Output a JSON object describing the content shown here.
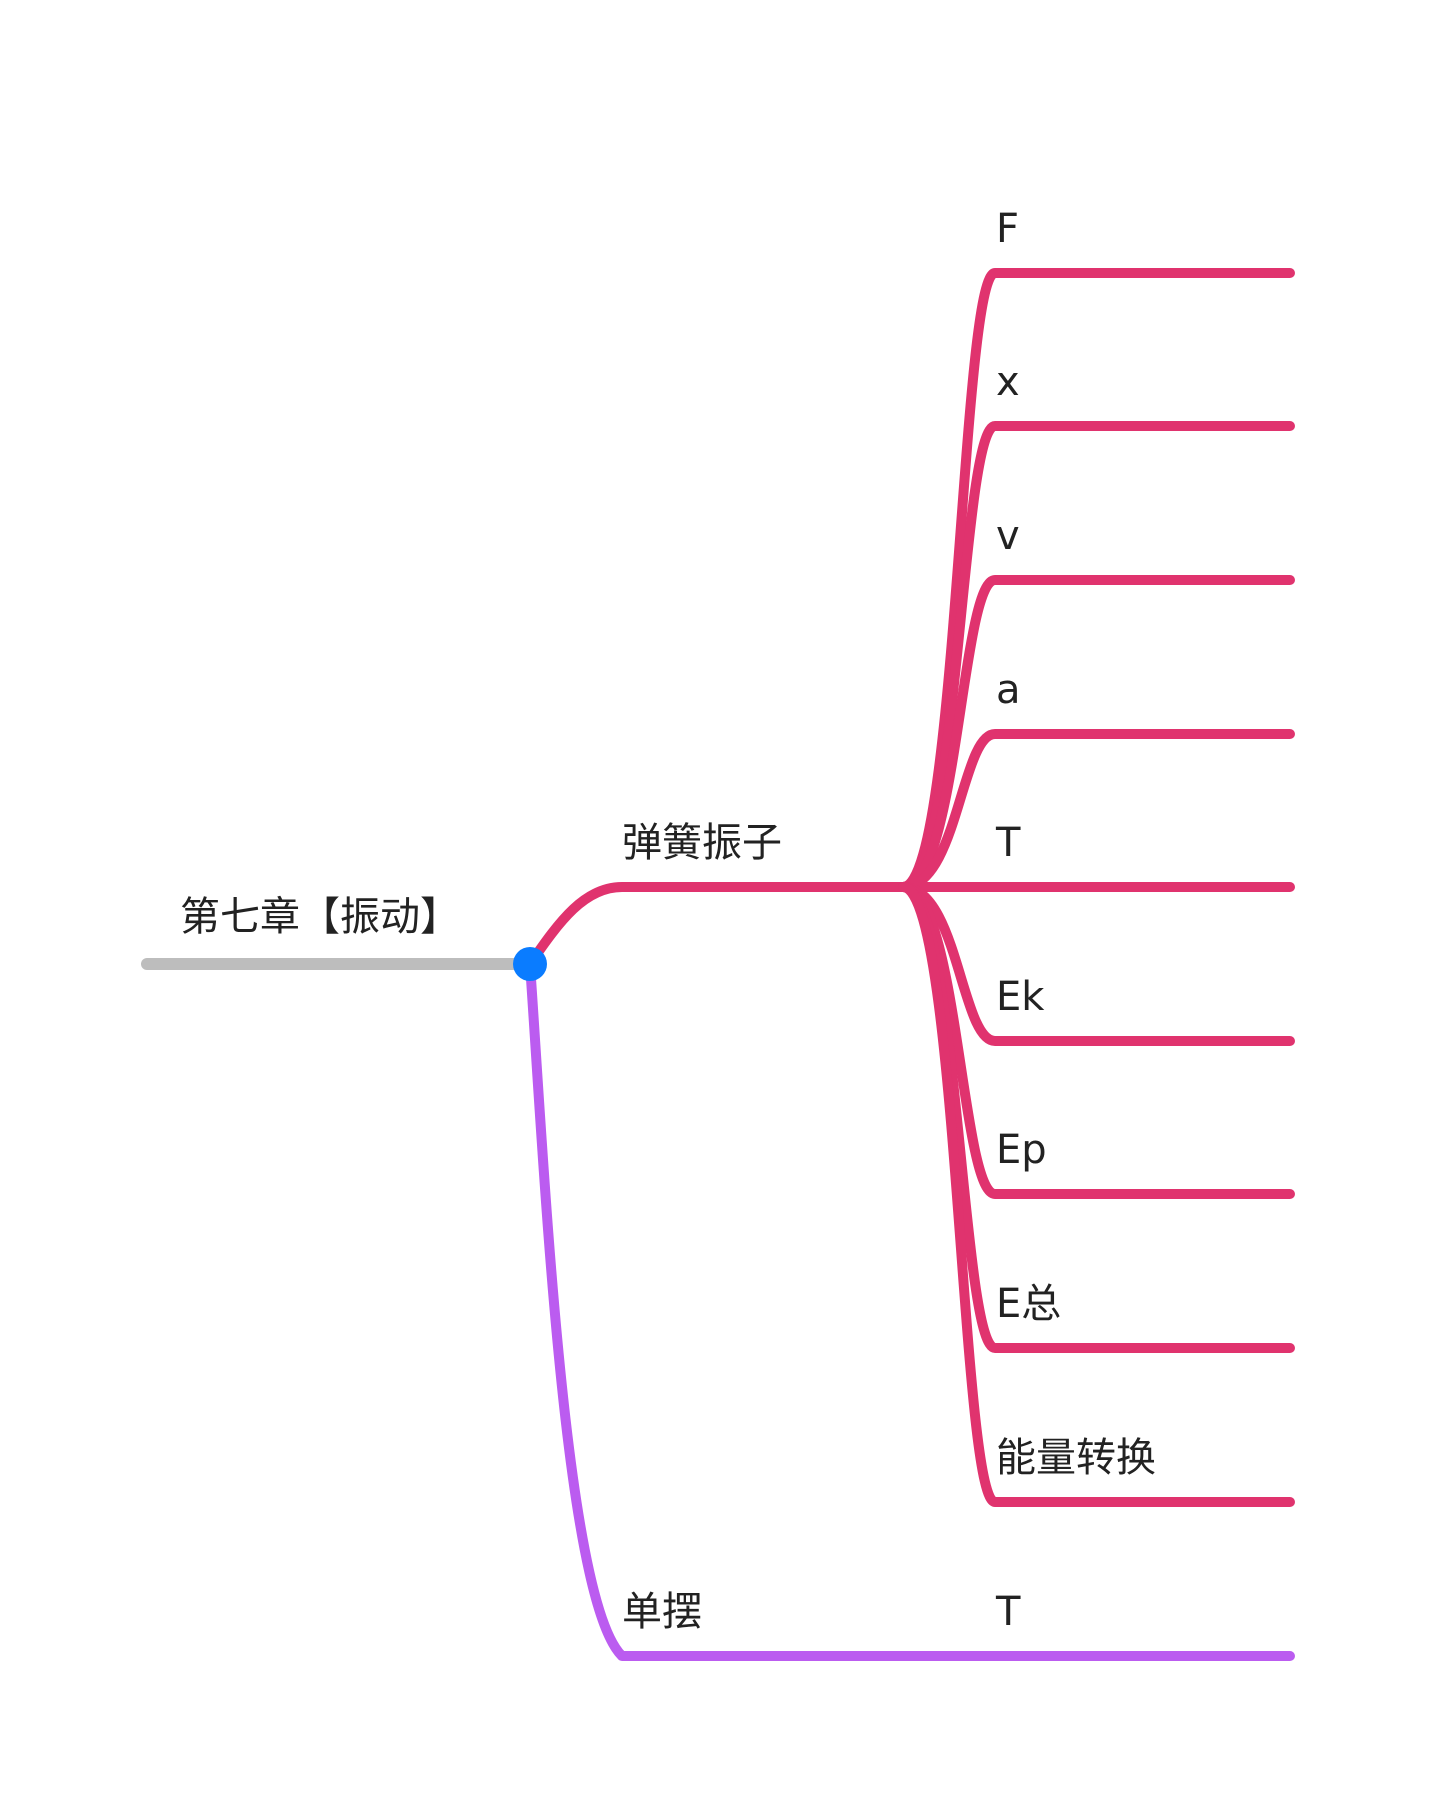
{
  "colors": {
    "root_line": "#BDBDBD",
    "branch_a": "#E0336E",
    "branch_b": "#BB5CF0",
    "node_dot": "#0A7CFF",
    "text": "#222222"
  },
  "root": {
    "label": "第七章【振动】"
  },
  "branches": [
    {
      "label": "弹簧振子",
      "children": [
        {
          "label": "F"
        },
        {
          "label": "x"
        },
        {
          "label": "v"
        },
        {
          "label": "a"
        },
        {
          "label": "T"
        },
        {
          "label": "Ek"
        },
        {
          "label": "Ep"
        },
        {
          "label": "E总"
        },
        {
          "label": "能量转换"
        }
      ]
    },
    {
      "label": "单摆",
      "children": [
        {
          "label": "T"
        }
      ]
    }
  ]
}
